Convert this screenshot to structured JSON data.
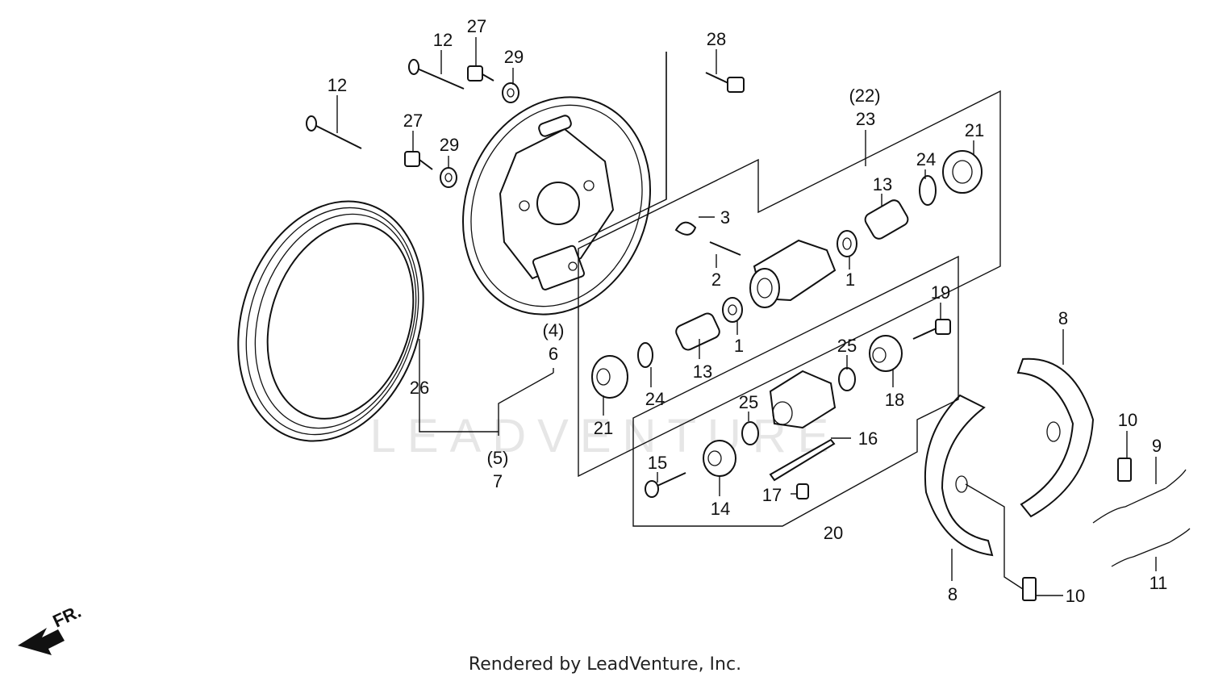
{
  "watermark": "LEADVENTURE",
  "footer": "Rendered by LeadVenture, Inc.",
  "front_marker": "FR.",
  "callouts": [
    {
      "id": "c12a",
      "text": "12"
    },
    {
      "id": "c12b",
      "text": "12"
    },
    {
      "id": "c27a",
      "text": "27"
    },
    {
      "id": "c27b",
      "text": "27"
    },
    {
      "id": "c29a",
      "text": "29"
    },
    {
      "id": "c29b",
      "text": "29"
    },
    {
      "id": "c28",
      "text": "28"
    },
    {
      "id": "c22",
      "text": "(22)"
    },
    {
      "id": "c23",
      "text": "23"
    },
    {
      "id": "c21a",
      "text": "21"
    },
    {
      "id": "c24a",
      "text": "24"
    },
    {
      "id": "c13a",
      "text": "13"
    },
    {
      "id": "c3",
      "text": "3"
    },
    {
      "id": "c2",
      "text": "2"
    },
    {
      "id": "c1a",
      "text": "1"
    },
    {
      "id": "c4",
      "text": "(4)"
    },
    {
      "id": "c6",
      "text": "6"
    },
    {
      "id": "c26",
      "text": "26"
    },
    {
      "id": "c5",
      "text": "(5)"
    },
    {
      "id": "c7",
      "text": "7"
    },
    {
      "id": "c13b",
      "text": "13"
    },
    {
      "id": "c1b",
      "text": "1"
    },
    {
      "id": "c24b",
      "text": "24"
    },
    {
      "id": "c21b",
      "text": "21"
    },
    {
      "id": "c19",
      "text": "19"
    },
    {
      "id": "c25a",
      "text": "25"
    },
    {
      "id": "c18",
      "text": "18"
    },
    {
      "id": "c25b",
      "text": "25"
    },
    {
      "id": "c16",
      "text": "16"
    },
    {
      "id": "c15",
      "text": "15"
    },
    {
      "id": "c14",
      "text": "14"
    },
    {
      "id": "c17",
      "text": "17"
    },
    {
      "id": "c20",
      "text": "20"
    },
    {
      "id": "c8a",
      "text": "8"
    },
    {
      "id": "c8b",
      "text": "8"
    },
    {
      "id": "c10a",
      "text": "10"
    },
    {
      "id": "c10b",
      "text": "10"
    },
    {
      "id": "c9",
      "text": "9"
    },
    {
      "id": "c11",
      "text": "11"
    }
  ]
}
